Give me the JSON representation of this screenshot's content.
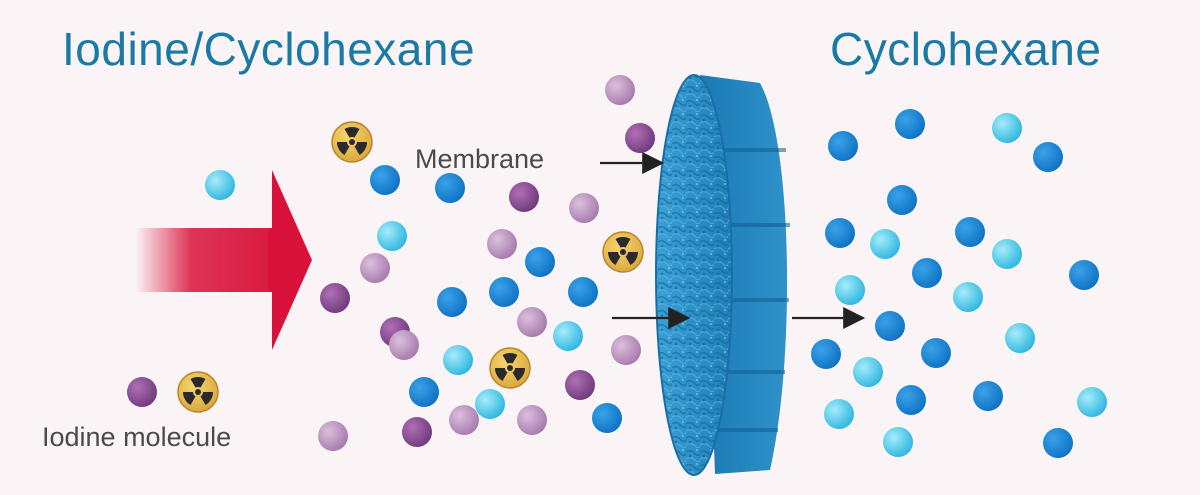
{
  "titles": {
    "left": "Iodine/Cyclohexane",
    "right": "Cyclohexane"
  },
  "labels": {
    "membrane": "Membrane",
    "iodine_molecule": "Iodine molecule"
  },
  "colors": {
    "background": "#fbf4f7",
    "title": "#1a7aa6",
    "arrow": "#d8123a",
    "membrane": "#2a8fc6",
    "iodine_molecule": "#8a4c93",
    "iodine_molecule_light": "#b98bbd",
    "cyclohexane": "#1280cf",
    "cyclohexane_light": "#38bde0",
    "radiation_symbol": "#e6b640"
  },
  "icons": [
    "radiation-icon",
    "membrane-disc",
    "flow-arrow"
  ]
}
